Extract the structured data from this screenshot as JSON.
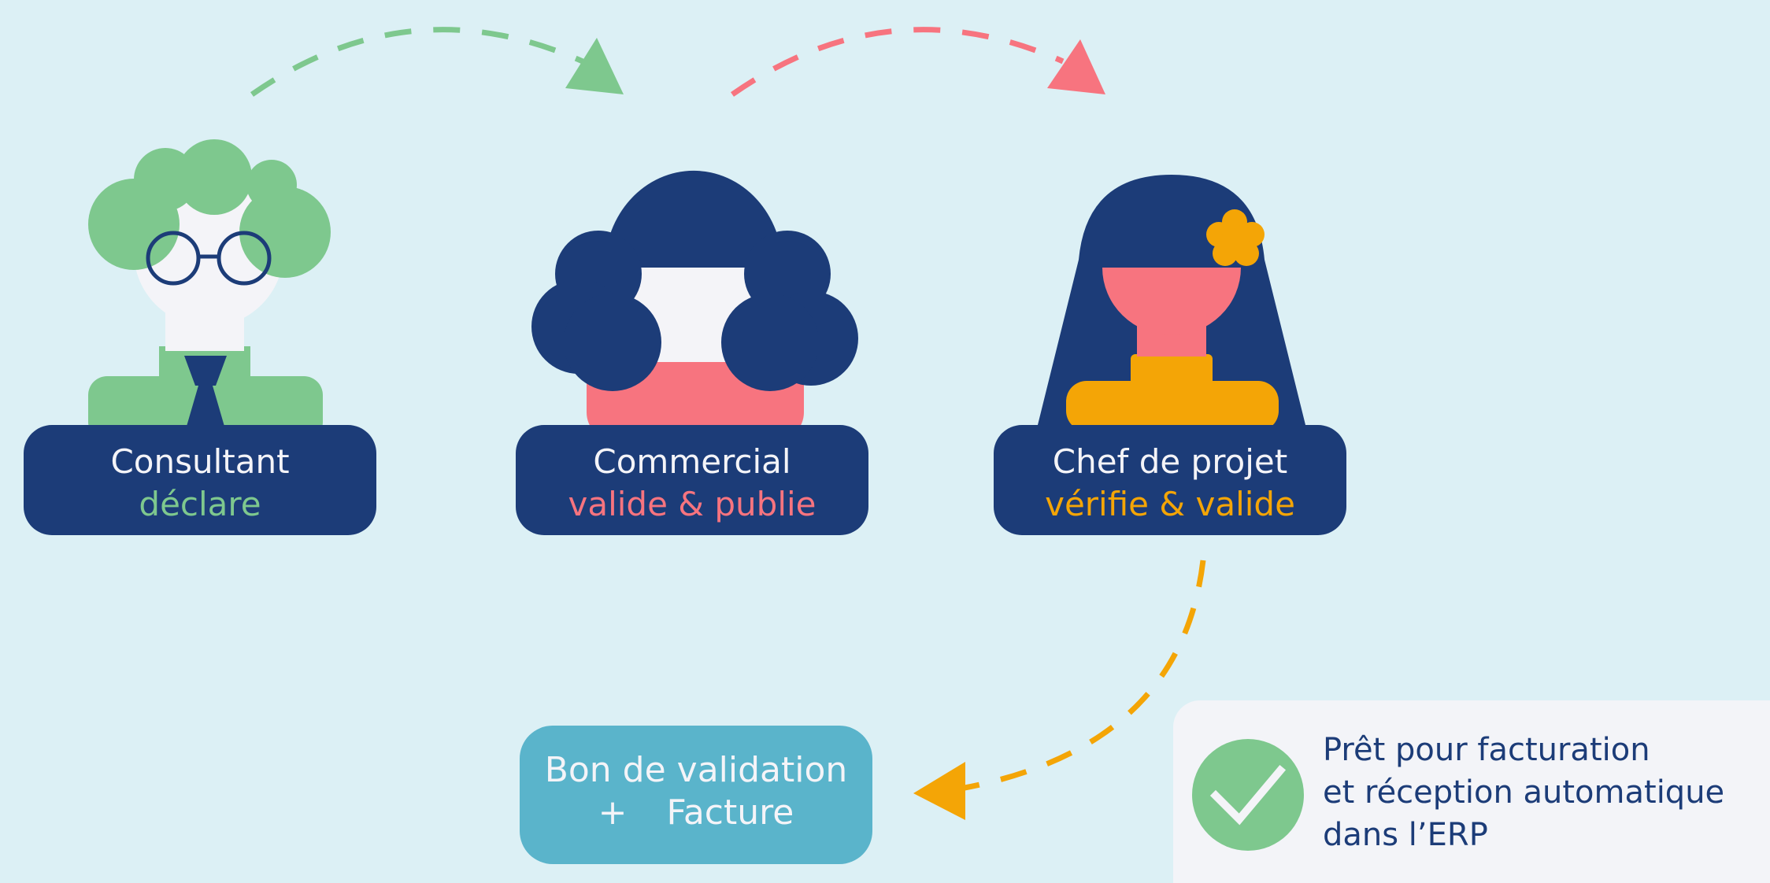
{
  "colors": {
    "background": "#dcf0f5",
    "navy": "#1c3c78",
    "green": "#7ec88e",
    "pink": "#f7747f",
    "orange": "#f4a506",
    "teal": "#5ab4cb",
    "skin": "#f4f4f8"
  },
  "steps": [
    {
      "role": "Consultant",
      "action": "déclare",
      "action_color": "#7ec88e"
    },
    {
      "role": "Commercial",
      "action": "valide & publie",
      "action_color": "#f7747f"
    },
    {
      "role": "Chef de projet",
      "action": "vérifie & valide",
      "action_color": "#f4a506"
    }
  ],
  "output": {
    "line1": "Bon de validation",
    "plus": "+",
    "line2": "Facture"
  },
  "result": {
    "line1": "Prêt pour facturation",
    "line2": "et réception automatique",
    "line3": "dans l’ERP",
    "icon": "check-icon"
  }
}
